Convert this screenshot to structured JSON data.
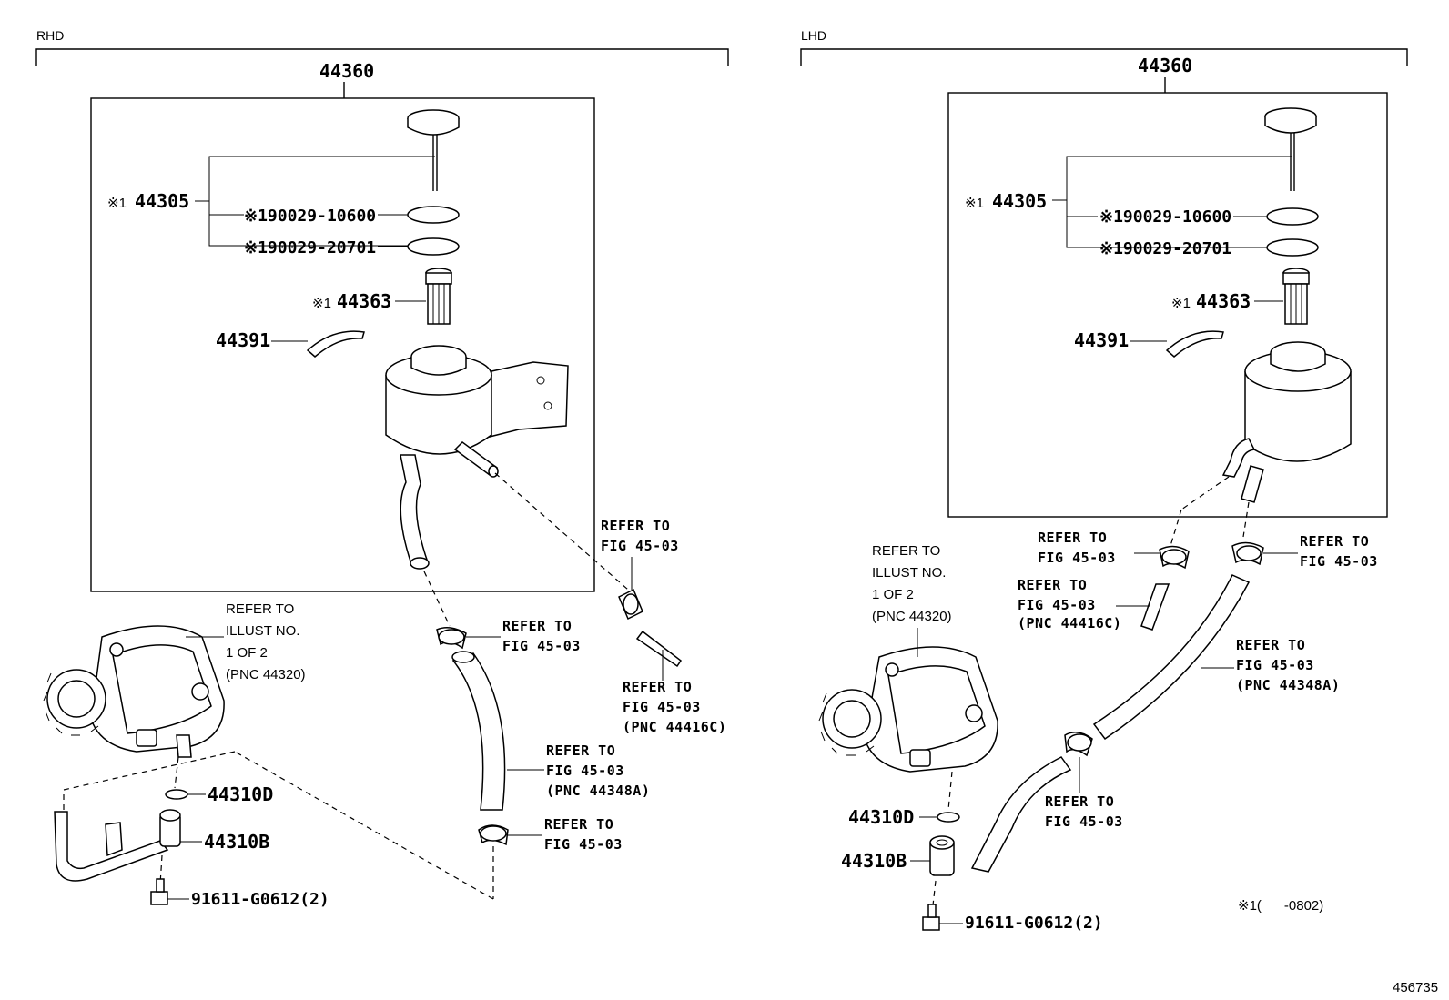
{
  "sections": {
    "rhd": {
      "header": "RHD",
      "assembly": "44360",
      "cap_kit": "44305",
      "cap_kit_mark": "※1",
      "gasket_a": "※190029-10600",
      "gasket_b": "※190029-20701",
      "filter": "44363",
      "filter_mark": "※1",
      "clamp_plate": "44391",
      "ref_upper": [
        "REFER TO",
        "FIG 45-03"
      ],
      "ref_clamp_mid": [
        "REFER TO",
        "FIG 45-03"
      ],
      "ref_hose_return": [
        "REFER TO",
        "FIG 45-03",
        "(PNC 44416C)"
      ],
      "ref_hose_suction": [
        "REFER TO",
        "FIG 45-03",
        "(PNC 44348A)"
      ],
      "ref_clamp_low": [
        "REFER TO",
        "FIG 45-03"
      ],
      "pump_ref": [
        "REFER TO",
        "ILLUST NO.",
        "1 OF 2",
        "(PNC 44320)"
      ],
      "oring": "44310D",
      "union": "44310B",
      "bolt": "91611-G0612(2)"
    },
    "lhd": {
      "header": "LHD",
      "assembly": "44360",
      "cap_kit": "44305",
      "cap_kit_mark": "※1",
      "gasket_a": "※190029-10600",
      "gasket_b": "※190029-20701",
      "filter": "44363",
      "filter_mark": "※1",
      "clamp_plate": "44391",
      "ref_clamp_left": [
        "REFER TO",
        "FIG 45-03"
      ],
      "ref_clamp_right": [
        "REFER TO",
        "FIG 45-03"
      ],
      "ref_hose_return": [
        "REFER TO",
        "FIG 45-03",
        "(PNC 44416C)"
      ],
      "ref_hose_suction": [
        "REFER TO",
        "FIG 45-03",
        "(PNC 44348A)"
      ],
      "ref_clamp_low": [
        "REFER TO",
        "FIG 45-03"
      ],
      "pump_ref": [
        "REFER TO",
        "ILLUST NO.",
        "1 OF 2",
        "(PNC 44320)"
      ],
      "oring": "44310D",
      "union": "44310B",
      "bolt": "91611-G0612(2)"
    }
  },
  "footnote": "※1(      -0802)",
  "figure_id": "456735"
}
